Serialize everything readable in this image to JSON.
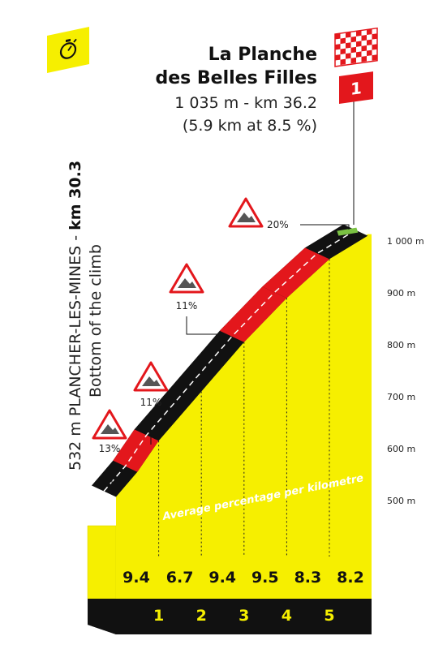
{
  "colors": {
    "profile_fill": "#f6ef00",
    "road_dark": "#111111",
    "road_red": "#e3171c",
    "marker_red": "#e3171c",
    "finish_green": "#7ac143"
  },
  "summit": {
    "name_line1": "La Planche",
    "name_line2": "des Belles Filles",
    "altitude_km": "1 035 m - km 36.2",
    "climb_info": "(5.9 km at 8.5 %)",
    "category": "1",
    "finish_flag_icon": "checkered-flag-icon"
  },
  "bottom": {
    "label_bold": "532 m PLANCHER-LES-MINES - km 30.3",
    "label_sub": "Bottom of the climb",
    "timer_icon": "stopwatch-icon"
  },
  "steep_markers": [
    {
      "text": "13%",
      "icon": "steep-gradient-icon"
    },
    {
      "text": "11%",
      "icon": "steep-gradient-icon"
    },
    {
      "text": "11%",
      "icon": "steep-gradient-icon"
    },
    {
      "text": "20%",
      "icon": "steep-gradient-icon"
    }
  ],
  "chart_data": {
    "type": "area",
    "title": "La Planche des Belles Filles",
    "subtitle": "Average percentage per kilometre",
    "xlabel": "",
    "ylabel": "",
    "ylim": [
      500,
      1000
    ],
    "y_ticks": [
      "500 m",
      "600 m",
      "700 m",
      "800 m",
      "900 m",
      "1 000 m"
    ],
    "x": [
      0,
      0.5,
      1,
      2,
      3,
      4,
      5,
      5.9
    ],
    "altitude": [
      532,
      580,
      640,
      735,
      830,
      915,
      990,
      1035
    ],
    "km_markers": [
      "1",
      "2",
      "3",
      "4",
      "5"
    ],
    "gradients_per_km": [
      "9.4",
      "6.7",
      "9.4",
      "9.5",
      "8.3",
      "8.2"
    ],
    "road_color_segments": [
      "dark",
      "red",
      "dark",
      "dark",
      "red",
      "red",
      "dark"
    ]
  }
}
